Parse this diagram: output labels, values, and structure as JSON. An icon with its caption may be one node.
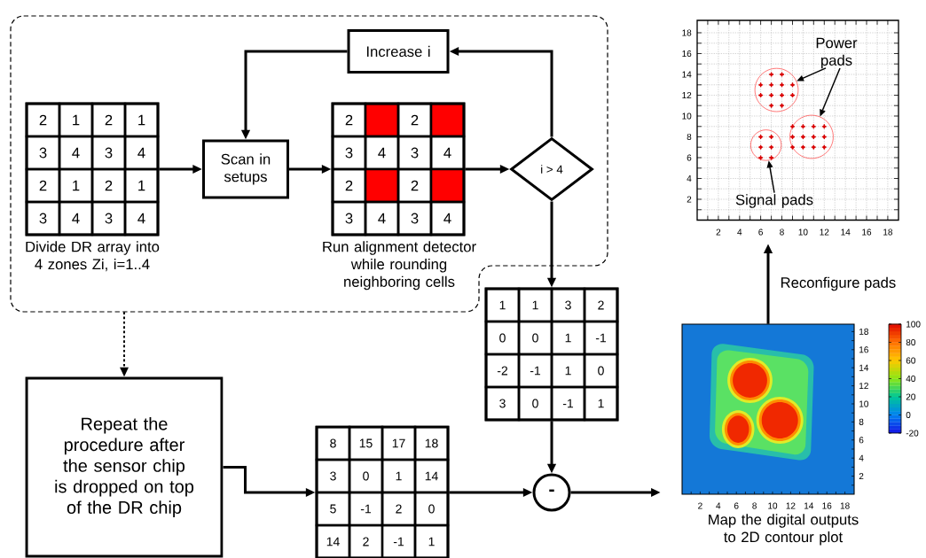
{
  "diagram": {
    "nodes": [
      {
        "text": [],
        "shape": "box"
      },
      {
        "text": [
          "Increase i"
        ],
        "in": 0
      },
      {
        "text": [
          "2",
          "1",
          "2",
          "1",
          "3",
          "4",
          "3",
          "4",
          "2",
          "1",
          "2",
          "1",
          "3",
          "4",
          "3",
          "4"
        ],
        "in": 0,
        "beside": [
          "Divide DR array into 4 zones Zi, i=1..4"
        ]
      },
      {
        "text": [
          "Scan in setups"
        ],
        "in": 0
      },
      {
        "text": [
          "2",
          "2",
          "3",
          "4",
          "3",
          "4",
          "2",
          "2",
          "3",
          "4",
          "3",
          "4"
        ],
        "in": 0,
        "beside": [
          "Run alignment detector while rounding neighboring cells"
        ]
      },
      {
        "text": [
          "i > 4"
        ],
        "in": 0
      },
      {
        "text": [
          "1",
          "1",
          "3",
          "2",
          "0",
          "0",
          "1",
          "-1",
          "-2",
          "-1",
          "1",
          "0",
          "3",
          "0",
          "-1",
          "1"
        ]
      },
      {
        "text": [
          "Repeat the procedure after the sensor chip is dropped on top of the DR chip"
        ]
      },
      {
        "text": [
          "8",
          "15",
          "17",
          "18",
          "3",
          "0",
          "1",
          "14",
          "5",
          "-1",
          "2",
          "0",
          "14",
          "2",
          "-1",
          "1"
        ]
      },
      {
        "text": [
          "-"
        ]
      },
      {
        "text": [],
        "shape": "picture"
      },
      {
        "text": [
          "Power pads"
        ],
        "in": 10
      },
      {
        "text": [],
        "shape": "circle",
        "in": 10
      },
      {
        "text": [],
        "shape": "circle",
        "in": 10
      },
      {
        "text": [],
        "shape": "circle",
        "in": 10
      },
      {
        "text": [
          "Signal pads"
        ],
        "in": 10
      },
      {
        "text": [],
        "shape": "picture",
        "beside": [
          "Map the digital outputs to 2D contour plot"
        ]
      }
    ],
    "edges": [
      {
        "from": 2,
        "to": 3,
        "arrow": "to"
      },
      {
        "from": 3,
        "to": 4,
        "arrow": "to"
      },
      {
        "from": 4,
        "to": 5,
        "arrow": "to"
      },
      {
        "from": 5,
        "to": 1,
        "arrow": "to"
      },
      {
        "from": 1,
        "to": 3,
        "arrow": "to"
      },
      {
        "from": 5,
        "to": 6,
        "arrow": "to"
      },
      {
        "from": 0,
        "to": 7,
        "arrow": "to",
        "style": "dashed"
      },
      {
        "from": 7,
        "to": 8,
        "arrow": "to"
      },
      {
        "from": 6,
        "to": 9,
        "arrow": "to"
      },
      {
        "from": 8,
        "to": 9,
        "arrow": "to"
      },
      {
        "from": 9,
        "to": 16,
        "arrow": "to"
      },
      {
        "from": 16,
        "to": 10,
        "arrow": "to",
        "label": "Reconfigure pads"
      },
      {
        "from": 11,
        "to": 12,
        "arrow": "to"
      },
      {
        "from": 11,
        "to": 13,
        "arrow": "to"
      },
      {
        "from": 15,
        "to": 14,
        "arrow": "to"
      }
    ],
    "labels": [
      "18",
      "16",
      "14",
      "12",
      "10",
      "8",
      "6",
      "4",
      "2",
      "2",
      "4",
      "6",
      "8",
      "10",
      "12",
      "14",
      "16",
      "18",
      "100",
      "80",
      "60",
      "40",
      "20",
      "0",
      "-20",
      "18",
      "16",
      "14",
      "12",
      "10",
      "8",
      "6",
      "4",
      "2",
      "2",
      "4",
      "6",
      "8",
      "10",
      "12",
      "14",
      "16",
      "18"
    ]
  }
}
